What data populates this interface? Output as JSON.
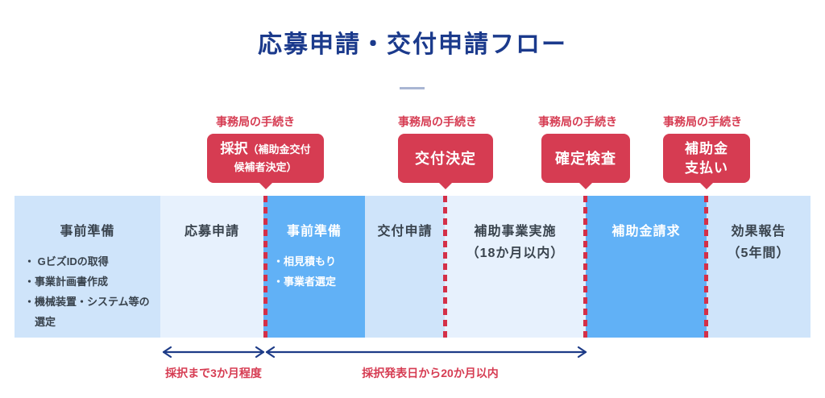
{
  "title": "応募申請・交付申請フロー",
  "callouts": [
    {
      "tag": "事務局の手続き",
      "line1_big": "採択",
      "line1_small": "（補助金交付",
      "line2_small": "候補者決定）"
    },
    {
      "tag": "事務局の手続き",
      "title": "交付決定"
    },
    {
      "tag": "事務局の手続き",
      "title": "確定検査"
    },
    {
      "tag": "事務局の手続き",
      "line1": "補助金",
      "line2": "支払い"
    }
  ],
  "phases": [
    {
      "title": "事前準備",
      "items": [
        "・ GビズIDの取得",
        "・事業計画書作成",
        "・機械装置・システム等の選定"
      ]
    },
    {
      "title": "応募申請"
    },
    {
      "title": "事前準備",
      "items": [
        "・相見積もり",
        "・事業者選定"
      ]
    },
    {
      "title": "交付申請"
    },
    {
      "title": "補助事業実施",
      "subtitle": "（18か月以内）"
    },
    {
      "title": "補助金請求"
    },
    {
      "title": "効果報告",
      "subtitle": "（5年間）"
    }
  ],
  "timeline": {
    "period1": "採択まで3か月程度",
    "period2": "採択発表日から20か月以内"
  },
  "colors": {
    "title_navy": "#1b3a8c",
    "accent_red": "#d63c52",
    "dash_red": "#d43048",
    "highlight_blue": "#61b1f6",
    "light_blue": "#cfe4fa",
    "lighter_blue": "#e7f1fd",
    "arrow_navy": "#1d3b87",
    "text_dark": "#39434d",
    "divider": "#a9b6d3"
  }
}
